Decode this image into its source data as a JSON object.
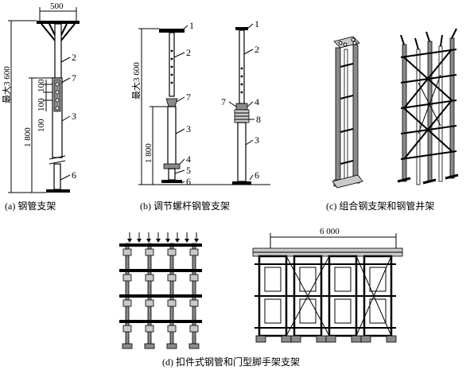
{
  "panels": {
    "a": {
      "caption": "(a) 钢管支架",
      "dim_top": "500",
      "dim_max": "最大3 600",
      "dim_1800": "1 800",
      "dim_100a": "100",
      "dim_100b": "100",
      "dim_100c": "100",
      "labels": [
        "2",
        "7",
        "3",
        "6"
      ]
    },
    "b": {
      "caption": "(b) 调节螺杆钢管支架",
      "dim_max": "最大3 600",
      "dim_1800": "1 800",
      "labels_left": [
        "1",
        "2",
        "7",
        "3",
        "4",
        "5",
        "6"
      ],
      "labels_right": [
        "1",
        "2",
        "7",
        "4",
        "8",
        "3",
        "6"
      ]
    },
    "c": {
      "caption": "(c) 组合钢支架和钢管井架"
    },
    "d": {
      "caption": "(d) 扣件式钢管和门型脚手架支架",
      "dim_6000": "6 000"
    }
  },
  "colors": {
    "line": "#000000",
    "fill_dark": "#8a8a8a",
    "fill_light": "#c9c9c9",
    "background": "#ffffff"
  }
}
